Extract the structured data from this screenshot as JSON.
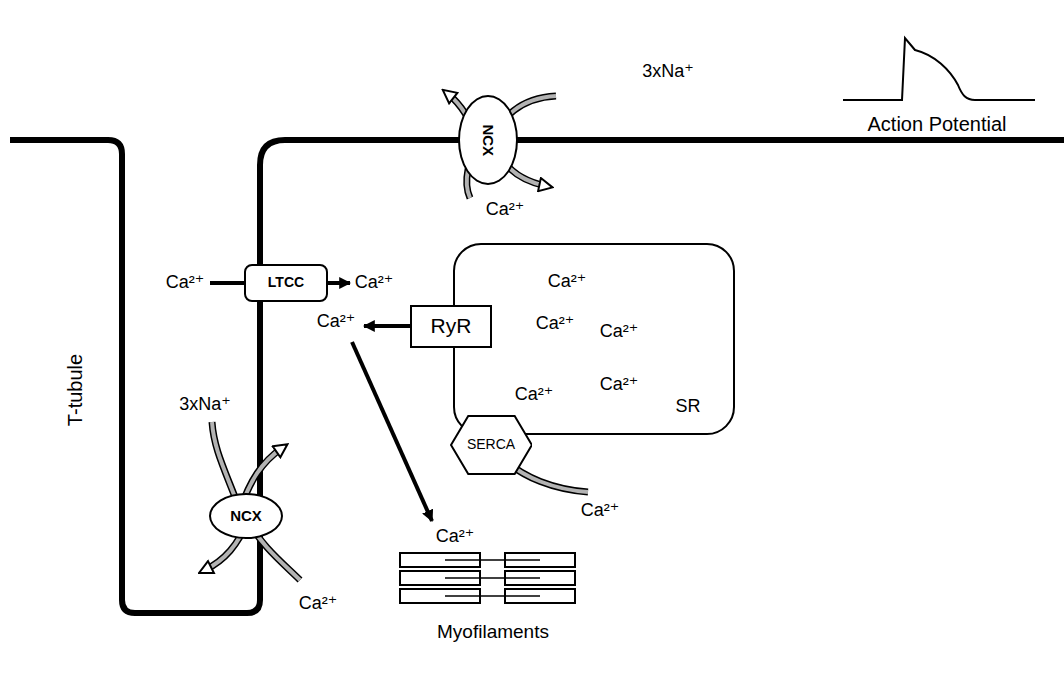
{
  "diagram": {
    "nodes": [
      {
        "text": [
          "NCX"
        ]
      },
      {
        "text": [
          "LTCC"
        ]
      },
      {
        "text": [
          "Ca²⁺",
          "Ca²⁺",
          "Ca²⁺",
          "Ca²⁺",
          "Ca²⁺",
          "SR"
        ]
      },
      {
        "text": [
          "RyR"
        ]
      },
      {
        "text": [
          "SERCA"
        ]
      },
      {
        "text": [
          "NCX"
        ]
      }
    ],
    "labels": [
      "3xNa⁺",
      "Ca²⁺",
      "Action Potential",
      "T-tubule",
      "Ca²⁺",
      "Ca²⁺",
      "Ca²⁺",
      "3xNa⁺",
      "Ca²⁺",
      "Ca²⁺",
      "Ca²⁺",
      "Myofilaments"
    ]
  }
}
